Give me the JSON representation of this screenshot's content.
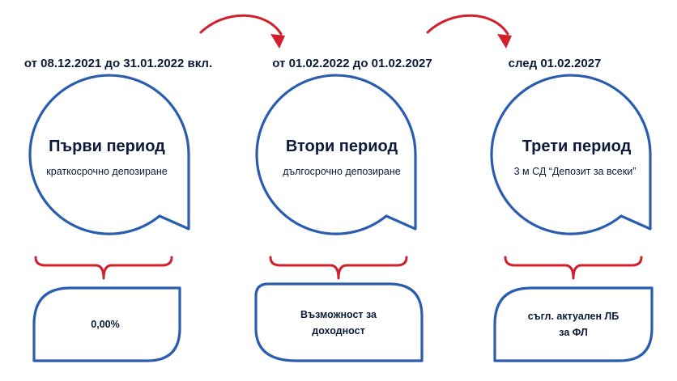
{
  "colors": {
    "blue": "#2a5db0",
    "red": "#d0202e",
    "text": "#0b1a3a"
  },
  "periods": [
    {
      "date": "от 08.12.2021 до 31.01.2022 вкл.",
      "title": "Първи период",
      "subtitle": "краткосрочно депозиране",
      "box_line1": "0,00%",
      "box_line2": ""
    },
    {
      "date": "от 01.02.2022 до 01.02.2027",
      "title": "Втори период",
      "subtitle": "дългосрочно депозиране",
      "box_line1": "Възможност за",
      "box_line2": "доходност"
    },
    {
      "date": "след 01.02.2027",
      "title": "Трети период",
      "subtitle": "3 м СД “Депозит за всеки”",
      "box_line1": "съгл. актуален ЛБ",
      "box_line2": "за ФЛ"
    }
  ]
}
